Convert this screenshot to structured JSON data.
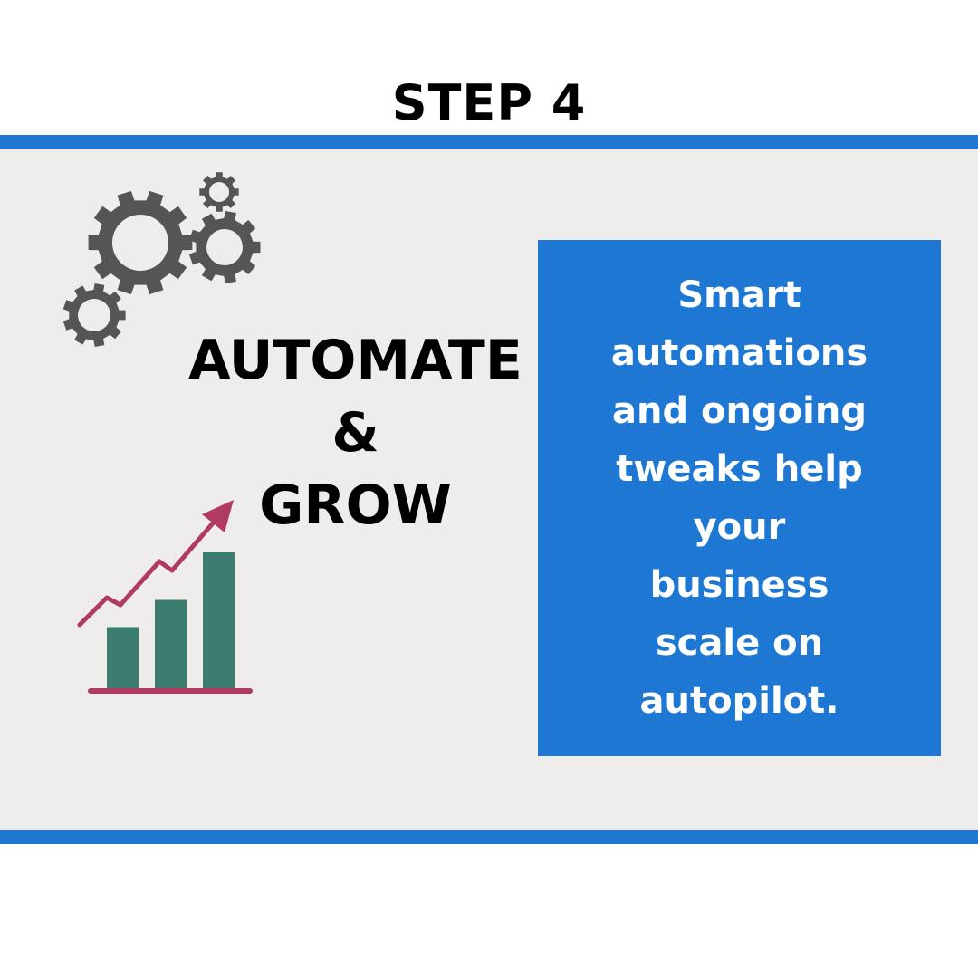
{
  "header": {
    "step_label": "STEP 4"
  },
  "headline": {
    "line1": "AUTOMATE",
    "line2": "&",
    "line3": "GROW"
  },
  "info_box": {
    "lines": [
      "Smart",
      "automations",
      "and ongoing",
      "tweaks help",
      "your",
      "business",
      "scale on",
      "autopilot."
    ]
  },
  "illustration": {
    "gears_icon": "gears-icon",
    "growth_icon": "growth-chart-icon",
    "bar_levels": [
      0.45,
      0.65,
      1.0
    ]
  },
  "colors": {
    "accent_blue": "#1e78d3",
    "panel_bg": "#efecec",
    "gear_gray": "#555555",
    "bar_green": "#3d7d6f",
    "arrow_red": "#b13a62",
    "text_white": "#ffffff",
    "text_black": "#000000"
  }
}
